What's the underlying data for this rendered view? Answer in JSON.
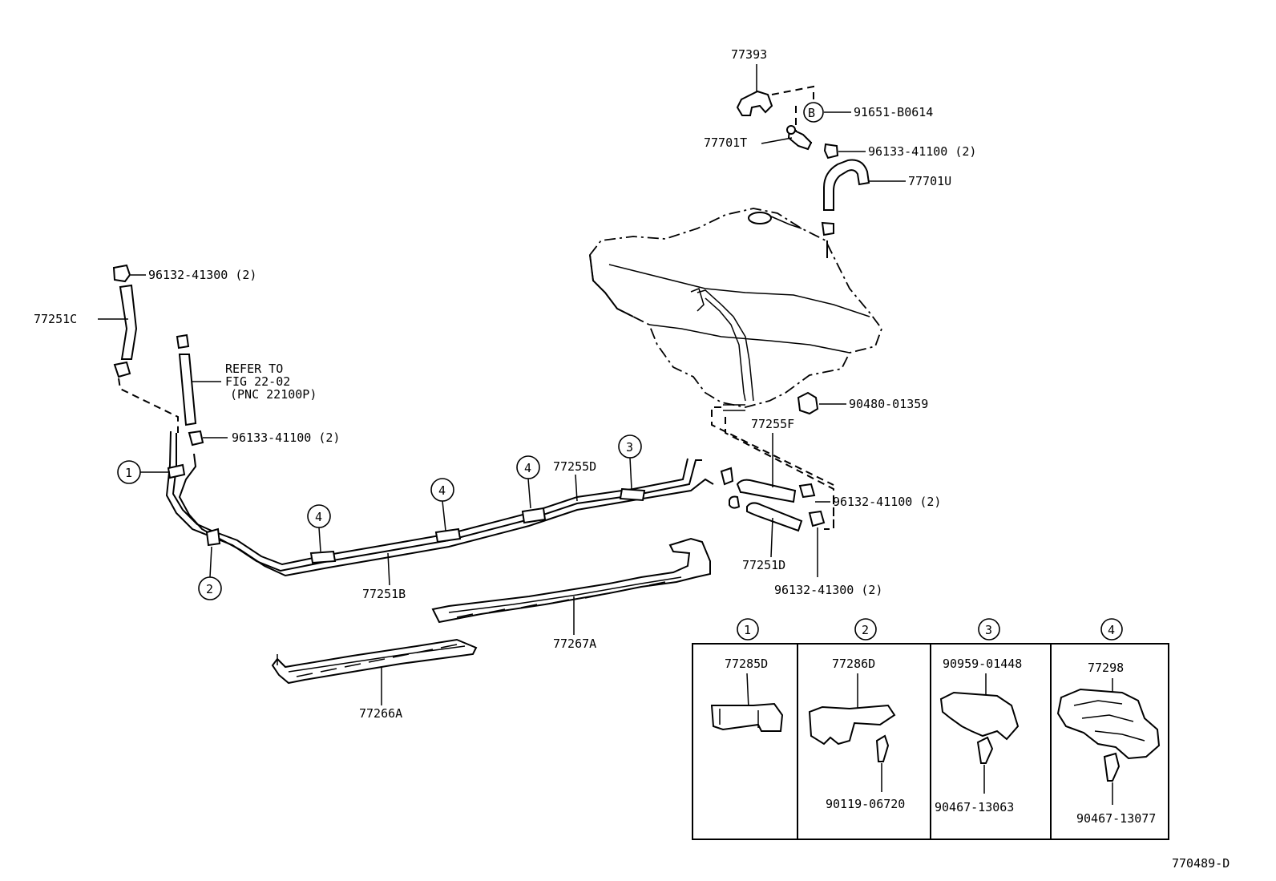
{
  "labels": {
    "p77393": "77393",
    "p91651": "91651-B0614",
    "circleB": "B",
    "p77701T": "77701T",
    "p96133_top": "96133-41100 (2)",
    "p77701U": "77701U",
    "p96132_left": "96132-41300 (2)",
    "p77251C": "77251C",
    "refer1": "REFER TO",
    "refer2": "FIG 22-02",
    "refer3": "(PNC 22100P)",
    "p96133_left": "96133-41100 (2)",
    "p90480": "90480-01359",
    "p77255F": "77255F",
    "p77255D": "77255D",
    "p96132_right": "96132-41100 (2)",
    "p77251D": "77251D",
    "p96132_bottom": "96132-41300 (2)",
    "p77251B": "77251B",
    "p77267A": "77267A",
    "p77266A": "77266A",
    "diagram_id": "770489-D"
  },
  "callouts": {
    "c1": "1",
    "c2": "2",
    "c3": "3",
    "c4a": "4",
    "c4b": "4",
    "c4c": "4"
  },
  "detail_boxes": [
    {
      "num": "1",
      "clamp": "77285D",
      "bolt": ""
    },
    {
      "num": "2",
      "clamp": "77286D",
      "bolt": "90119-06720"
    },
    {
      "num": "3",
      "clamp": "90959-01448",
      "bolt": "90467-13063"
    },
    {
      "num": "4",
      "clamp": "77298",
      "bolt": "90467-13077"
    }
  ]
}
